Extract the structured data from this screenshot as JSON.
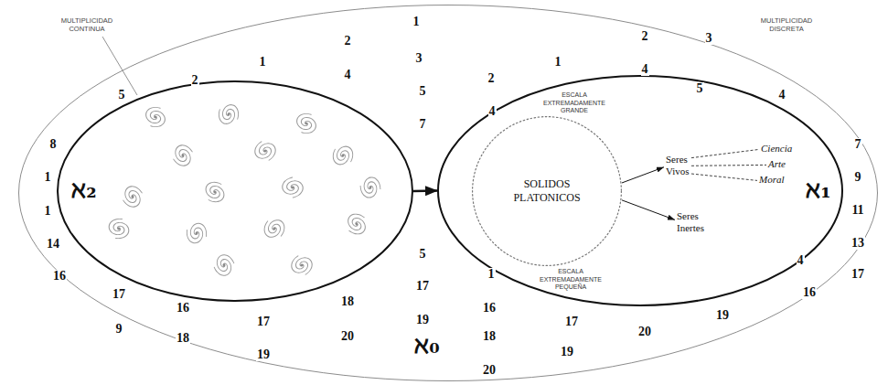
{
  "diagram": {
    "nodes": [
      {
        "text": [
          "ℵ₀"
        ]
      },
      {
        "text": [
          "ℵ₂"
        ],
        "in": 0
      },
      {
        "text": [
          "ESCALA EXTREMADAMENTE GRANDE",
          "ℵ₁",
          "ESCALA EXTREMADAMENTE PEQUEÑA"
        ],
        "in": 0
      },
      {
        "text": [
          "SOLIDOS PLATONICOS"
        ],
        "in": 2
      },
      {
        "text": [
          "Seres Vivos"
        ],
        "in": 2
      },
      {
        "text": [
          "Ciencia"
        ],
        "in": 2
      },
      {
        "text": [
          "Arte"
        ],
        "in": 2
      },
      {
        "text": [
          "Moral"
        ],
        "in": 2
      },
      {
        "text": [
          "Seres Inertes"
        ],
        "in": 2
      }
    ],
    "edges": [
      {
        "from": 1,
        "to": 2,
        "arrow": "to"
      },
      {
        "from": 3,
        "to": 4,
        "arrow": "to"
      },
      {
        "from": 3,
        "to": 8,
        "arrow": "to"
      },
      {
        "from": 4,
        "to": 5,
        "arrow": "none"
      },
      {
        "from": 4,
        "to": 6,
        "arrow": "none"
      },
      {
        "from": 4,
        "to": 7,
        "arrow": "none"
      }
    ],
    "labels": [
      "MULTIPLICIDAD CONTINUA",
      "MULTIPLICIDAD DISCRETA",
      "1",
      "2",
      "2",
      "3",
      "3",
      "1",
      "1",
      "4",
      "4",
      "2",
      "2",
      "5",
      "5",
      "5",
      "4",
      "4",
      "7",
      "8",
      "7",
      "1",
      "9",
      "1",
      "11",
      "14",
      "13",
      "5",
      "4",
      "1",
      "16",
      "17",
      "17",
      "17",
      "16",
      "18",
      "16",
      "16",
      "19",
      "17",
      "19",
      "17",
      "9",
      "20",
      "20",
      "18",
      "18",
      "19",
      "19",
      "20"
    ]
  }
}
